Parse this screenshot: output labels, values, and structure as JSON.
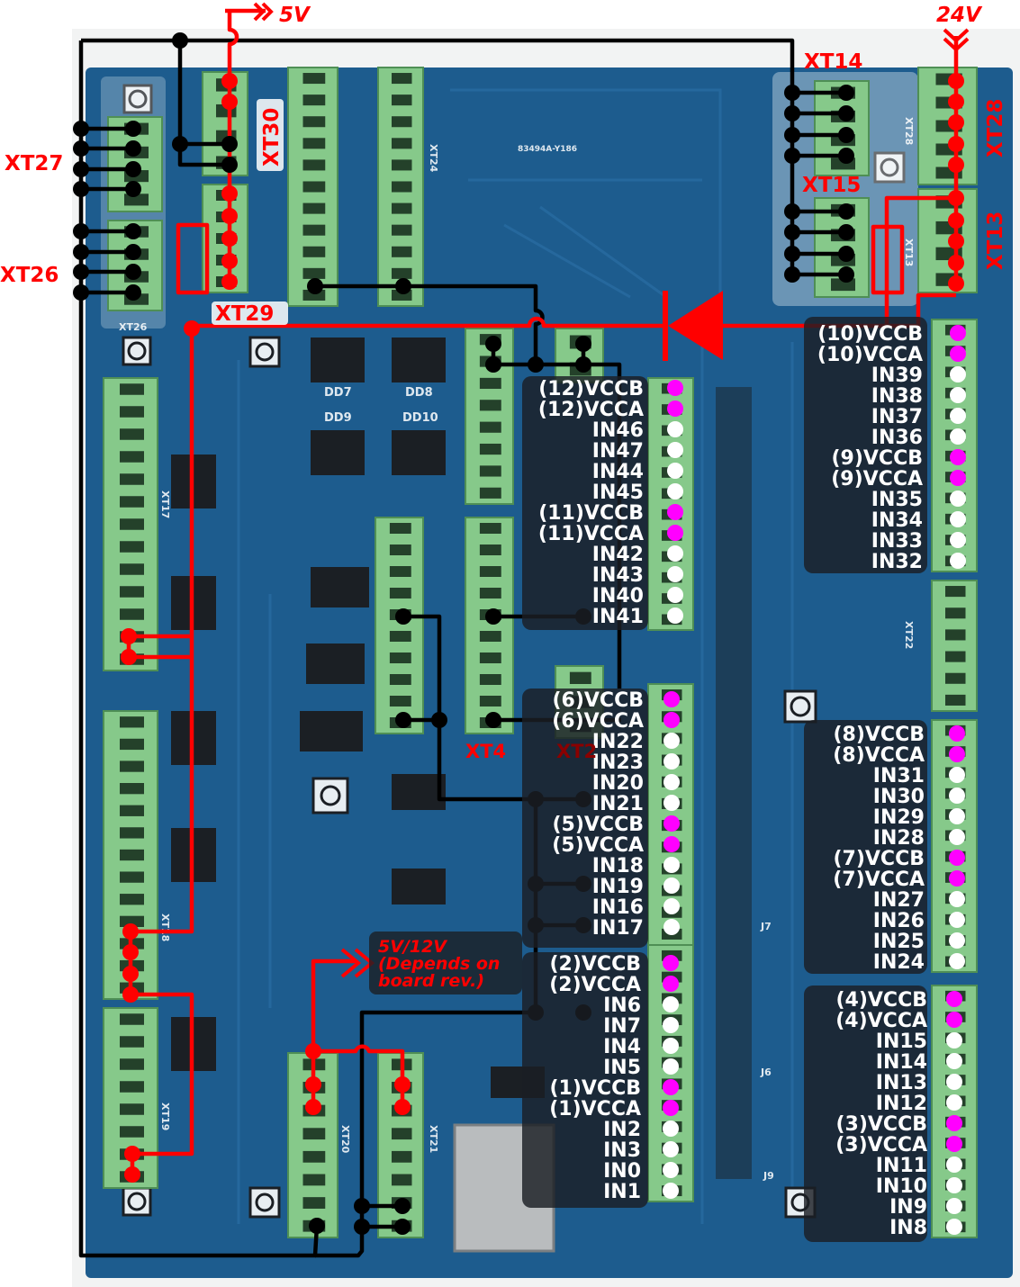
{
  "labels": {
    "v5": "5V",
    "v24": "24V",
    "xt14": "XT14",
    "xt15": "XT15",
    "xt27": "XT27",
    "xt26": "XT26",
    "xt29": "XT29",
    "xt30": "XT30",
    "xt28": "XT28",
    "xt13": "XT13",
    "xt4": "XT4",
    "xt2": "XT2",
    "note_line1": "5V/12V",
    "note_line2": "(Depends on",
    "note_line3": "board rev.)"
  },
  "silkscreen": {
    "board_id": "83494A-Y186",
    "dd7": "DD7",
    "dd8": "DD8",
    "dd9": "DD9",
    "dd10": "DD10",
    "xt26": "XT26",
    "xt17": "XT17",
    "xt18": "XT18",
    "xt19": "XT19",
    "xt20": "XT20",
    "xt21": "XT21",
    "xt24": "XT24",
    "xt28": "XT28",
    "xt13": "XT13",
    "xt22": "XT22",
    "j7": "J7",
    "j6": "J6",
    "j9": "J9"
  },
  "colors": {
    "vcc_dot": "#ff00ff",
    "in_dot": "#ffffff",
    "wire_power": "#ff0000",
    "wire_ground": "#000000",
    "board": "#1d5c8e",
    "terminal": "#86c98a"
  },
  "pin_groups": [
    {
      "id": "a",
      "pins": [
        "(12)VCCB",
        "(12)VCCA",
        "IN46",
        "IN47",
        "IN44",
        "IN45",
        "(11)VCCB",
        "(11)VCCA",
        "IN42",
        "IN43",
        "IN40",
        "IN41"
      ]
    },
    {
      "id": "b",
      "pins": [
        "(6)VCCB",
        "(6)VCCA",
        "IN22",
        "IN23",
        "IN20",
        "IN21",
        "(5)VCCB",
        "(5)VCCA",
        "IN18",
        "IN19",
        "IN16",
        "IN17"
      ]
    },
    {
      "id": "c",
      "pins": [
        "(2)VCCB",
        "(2)VCCA",
        "IN6",
        "IN7",
        "IN4",
        "IN5",
        "(1)VCCB",
        "(1)VCCA",
        "IN2",
        "IN3",
        "IN0",
        "IN1"
      ]
    },
    {
      "id": "d",
      "pins": [
        "(10)VCCB",
        "(10)VCCA",
        "IN39",
        "IN38",
        "IN37",
        "IN36",
        "(9)VCCB",
        "(9)VCCA",
        "IN35",
        "IN34",
        "IN33",
        "IN32"
      ]
    },
    {
      "id": "e",
      "pins": [
        "(8)VCCB",
        "(8)VCCA",
        "IN31",
        "IN30",
        "IN29",
        "IN28",
        "(7)VCCB",
        "(7)VCCA",
        "IN27",
        "IN26",
        "IN25",
        "IN24"
      ]
    },
    {
      "id": "f",
      "pins": [
        "(4)VCCB",
        "(4)VCCA",
        "IN15",
        "IN14",
        "IN13",
        "IN12",
        "(3)VCCB",
        "(3)VCCA",
        "IN11",
        "IN10",
        "IN9",
        "IN8"
      ]
    }
  ]
}
